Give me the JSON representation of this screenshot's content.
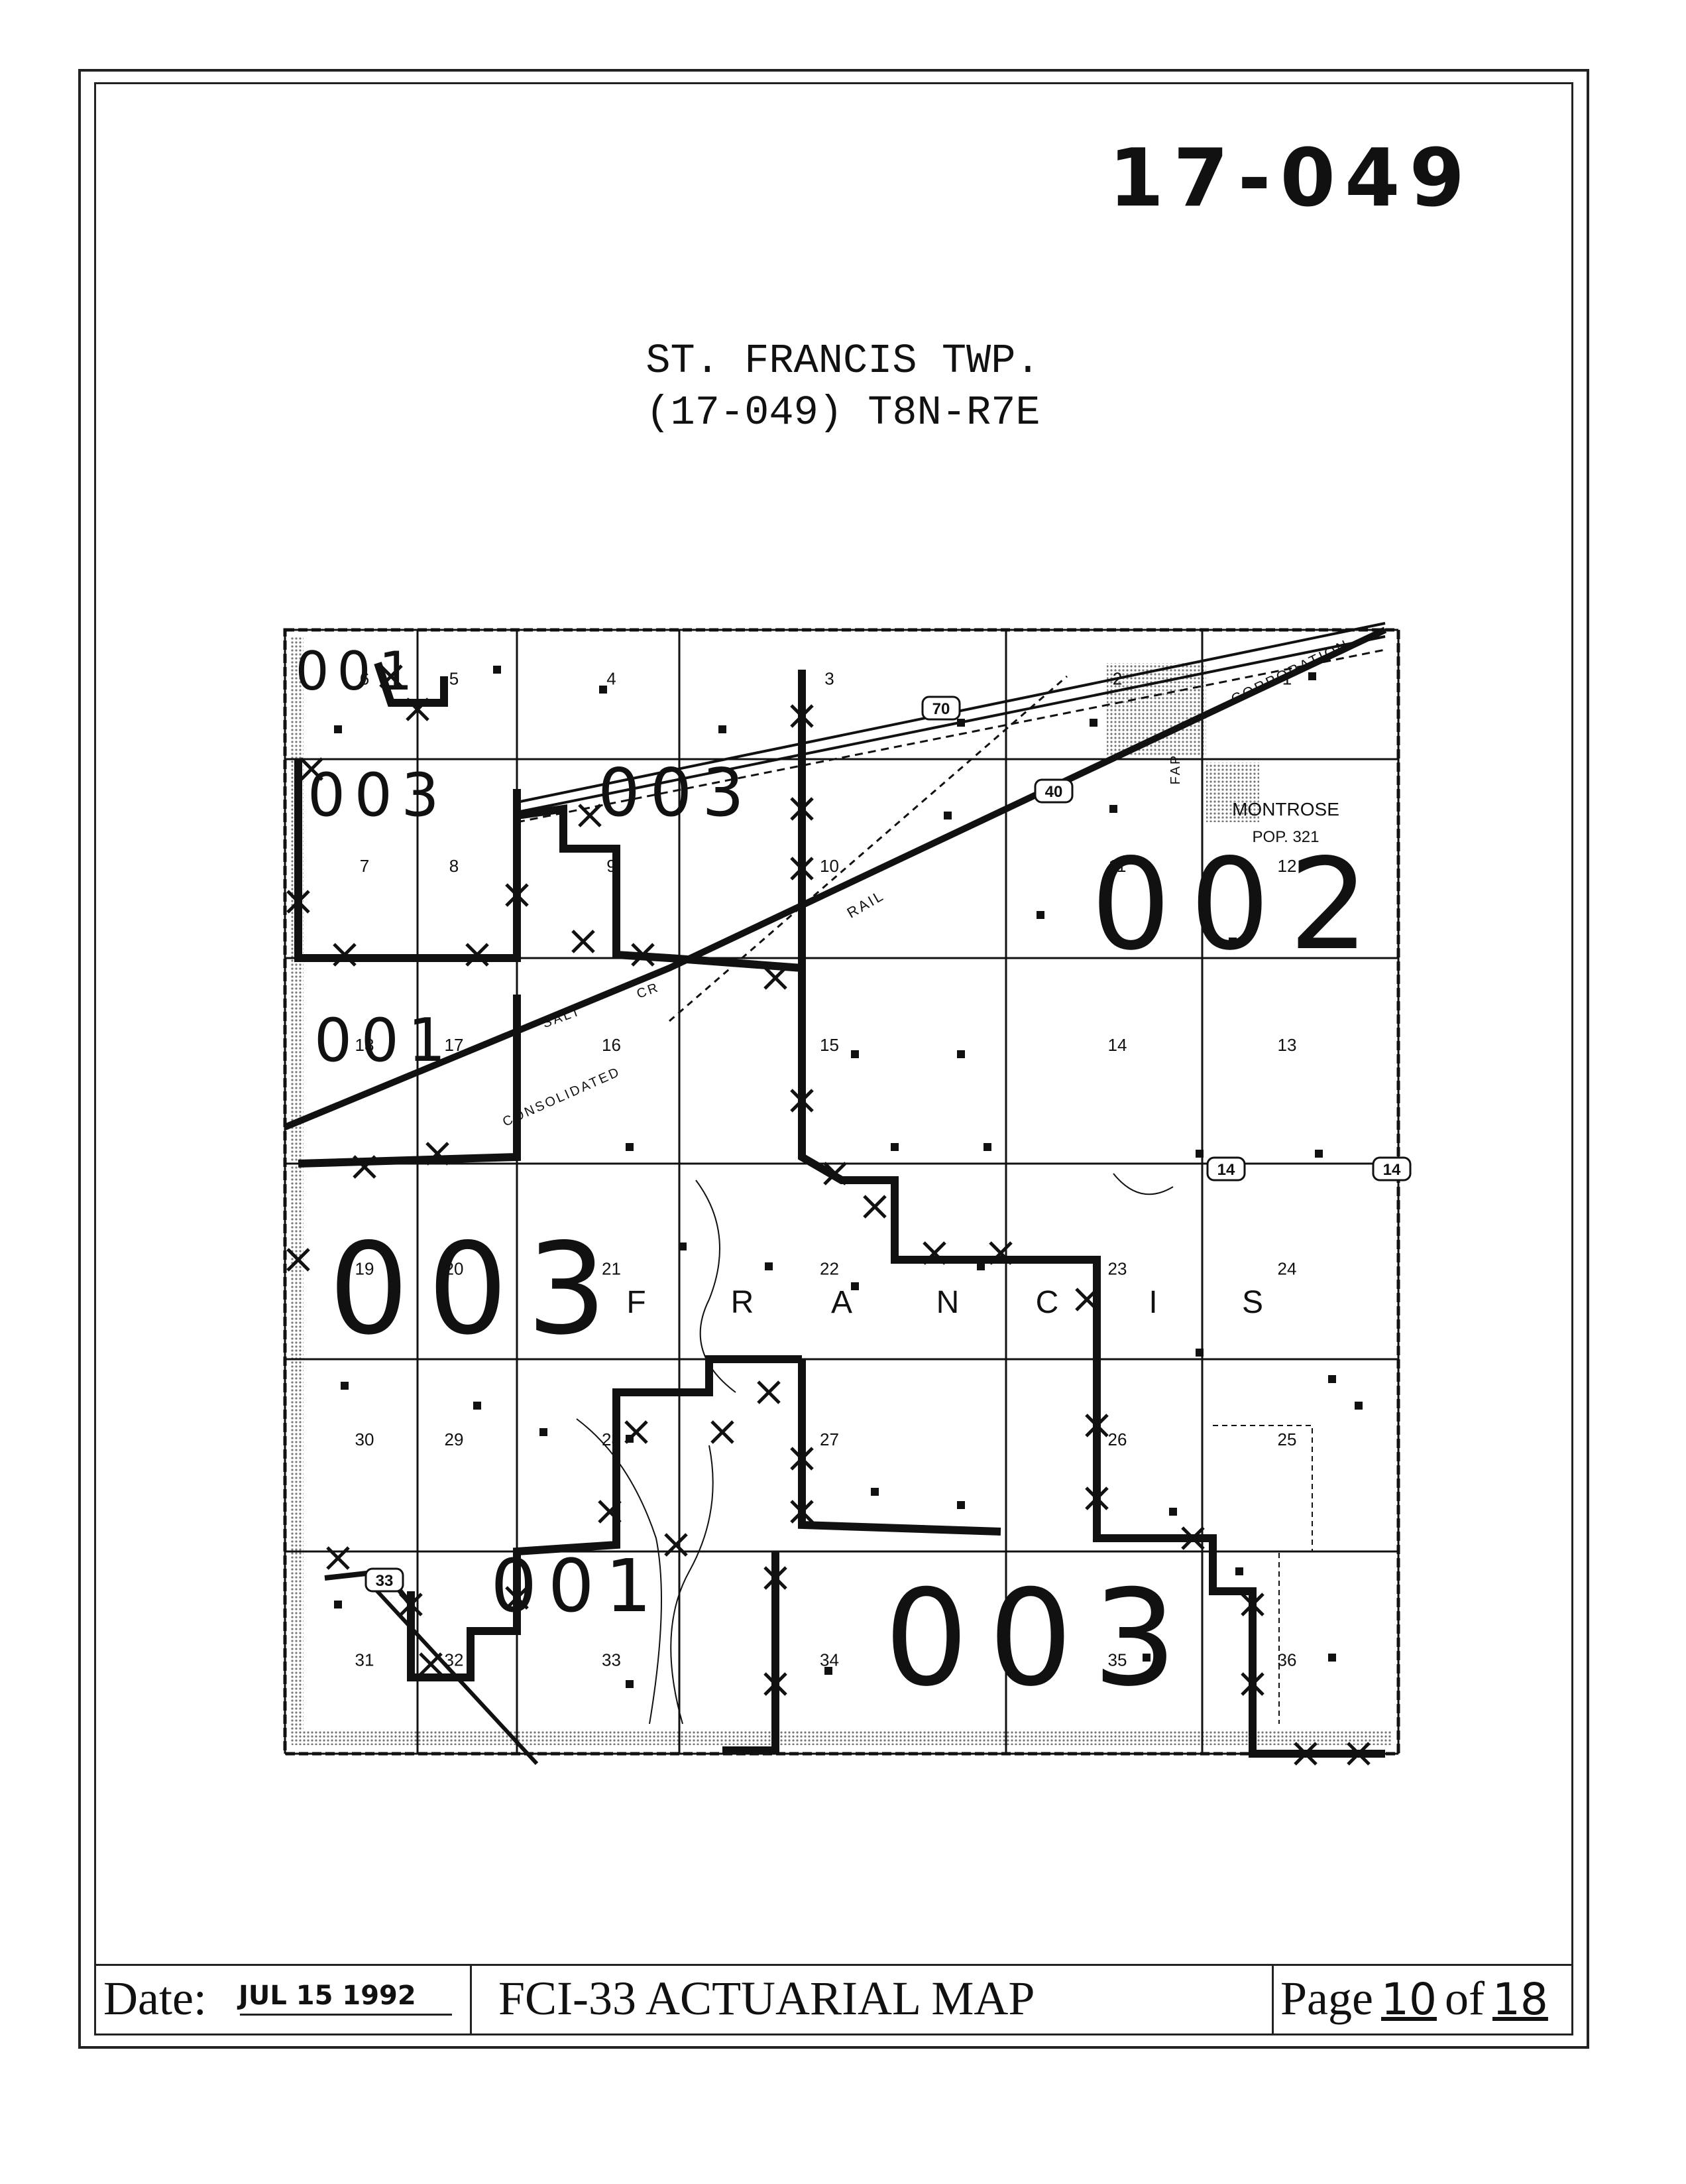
{
  "header": {
    "map_number": "17-049",
    "title_line1": "ST. FRANCIS TWP.",
    "title_line2": "(17-049) T8N-R7E"
  },
  "map": {
    "sections": [
      "6",
      "5",
      "4",
      "3",
      "2",
      "1",
      "7",
      "8",
      "9",
      "10",
      "11",
      "12",
      "18",
      "17",
      "16",
      "15",
      "14",
      "13",
      "19",
      "20",
      "21",
      "22",
      "23",
      "24",
      "30",
      "29",
      "28",
      "27",
      "26",
      "25",
      "31",
      "32",
      "33",
      "34",
      "35",
      "36"
    ],
    "zone_labels": [
      "001",
      "003",
      "003",
      "002",
      "001",
      "003",
      "001",
      "003"
    ],
    "township_word": [
      "F",
      "R",
      "A",
      "N",
      "C",
      "I",
      "S"
    ],
    "place_label": "MONTROSE",
    "place_population": "POP. 321",
    "road_labels": [
      "70",
      "40",
      "14",
      "14",
      "33"
    ],
    "feature_labels": [
      "CORPORATION",
      "RAIL",
      "SALT",
      "CR",
      "CONSOLIDATED",
      "FAP"
    ],
    "colors": {
      "ink": "#111111",
      "shade": "#b8b8b8"
    }
  },
  "footer": {
    "date_label": "Date:",
    "date_stamp": "JUL 15 1992",
    "map_title": "FCI-33 ACTUARIAL MAP",
    "page_prefix": "Page",
    "page_number": "10",
    "page_of": "of",
    "page_total": "18"
  }
}
